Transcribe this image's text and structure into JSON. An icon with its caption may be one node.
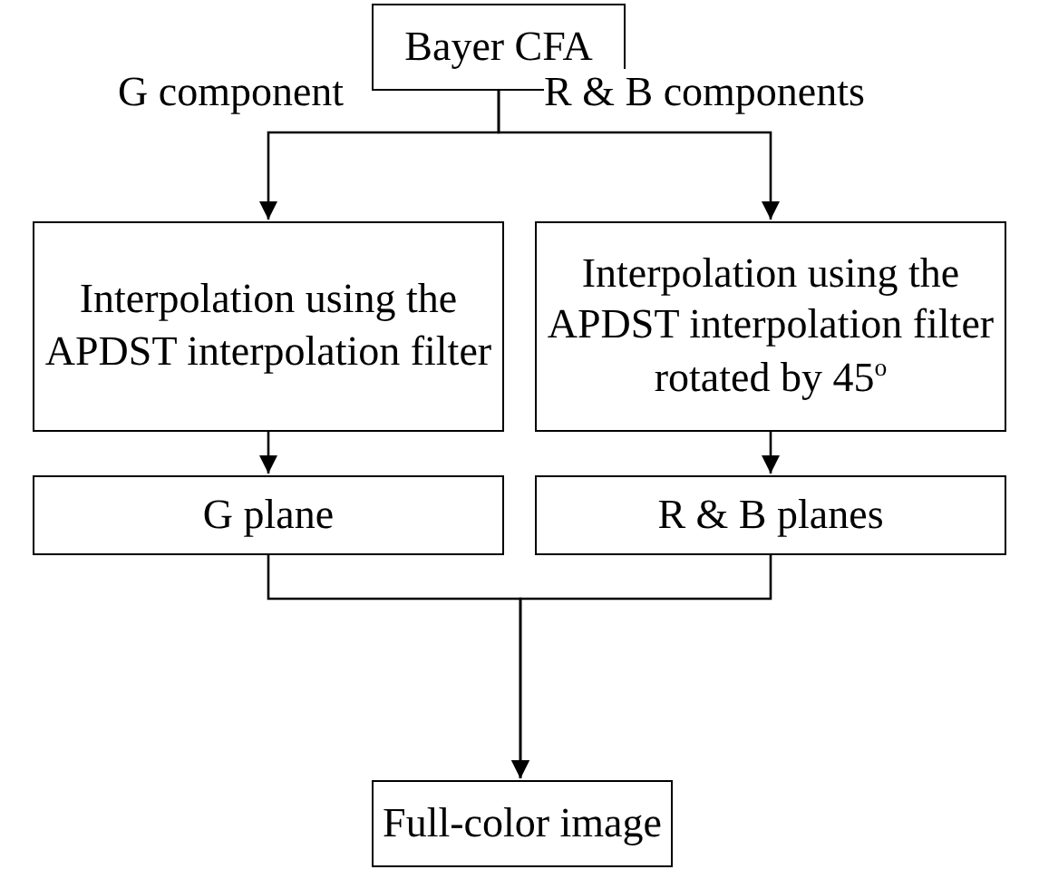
{
  "diagram": {
    "nodes": [
      {
        "text": [
          "Bayer CFA"
        ]
      },
      {
        "text": [
          "Interpolation using the APDST interpolation filter"
        ]
      },
      {
        "text": [
          "Interpolation using the APDST interpolation filter rotated by 45$^{o}$"
        ]
      },
      {
        "text": [
          "G plane"
        ]
      },
      {
        "text": [
          "R & B planes"
        ]
      },
      {
        "text": [
          "Full-color image"
        ]
      }
    ],
    "edges": [
      {
        "from": 0,
        "to": 1,
        "arrow": "to",
        "label": "G component"
      },
      {
        "from": 0,
        "to": 2,
        "arrow": "to",
        "label": "R & B components"
      },
      {
        "from": 1,
        "to": 3,
        "arrow": "to"
      },
      {
        "from": 2,
        "to": 4,
        "arrow": "to"
      },
      {
        "from": 3,
        "to": 5,
        "arrow": "to"
      },
      {
        "from": 4,
        "to": 5,
        "arrow": "to"
      }
    ]
  }
}
